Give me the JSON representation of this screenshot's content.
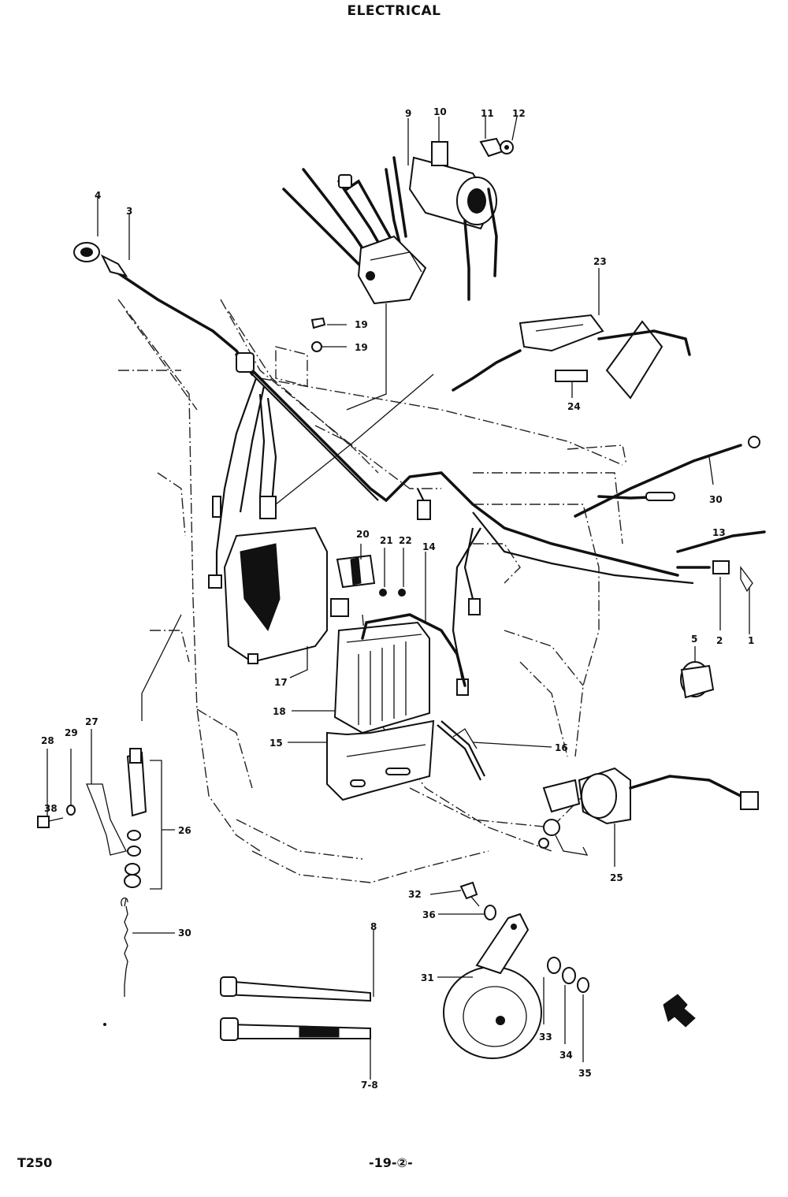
{
  "header": {
    "title": "ELECTRICAL"
  },
  "footer": {
    "model": "T250",
    "page_number": "-19-②-"
  },
  "callouts": [
    {
      "id": "c-1",
      "text": "1"
    },
    {
      "id": "c-2",
      "text": "2"
    },
    {
      "id": "c-3",
      "text": "3"
    },
    {
      "id": "c-4",
      "text": "4"
    },
    {
      "id": "c-5",
      "text": "5"
    },
    {
      "id": "c-8",
      "text": "8"
    },
    {
      "id": "c-7-8",
      "text": "7-8"
    },
    {
      "id": "c-9",
      "text": "9"
    },
    {
      "id": "c-10",
      "text": "10"
    },
    {
      "id": "c-11",
      "text": "11"
    },
    {
      "id": "c-12",
      "text": "12"
    },
    {
      "id": "c-13",
      "text": "13"
    },
    {
      "id": "c-14",
      "text": "14"
    },
    {
      "id": "c-15",
      "text": "15"
    },
    {
      "id": "c-16",
      "text": "16"
    },
    {
      "id": "c-17",
      "text": "17"
    },
    {
      "id": "c-18",
      "text": "18"
    },
    {
      "id": "c-19a",
      "text": "19"
    },
    {
      "id": "c-19b",
      "text": "19"
    },
    {
      "id": "c-20",
      "text": "20"
    },
    {
      "id": "c-21",
      "text": "21"
    },
    {
      "id": "c-22",
      "text": "22"
    },
    {
      "id": "c-23",
      "text": "23"
    },
    {
      "id": "c-24",
      "text": "24"
    },
    {
      "id": "c-25",
      "text": "25"
    },
    {
      "id": "c-26",
      "text": "26"
    },
    {
      "id": "c-27",
      "text": "27"
    },
    {
      "id": "c-28a",
      "text": "28"
    },
    {
      "id": "c-29",
      "text": "29"
    },
    {
      "id": "c-30a",
      "text": "30"
    },
    {
      "id": "c-30b",
      "text": "30"
    },
    {
      "id": "c-31",
      "text": "31"
    },
    {
      "id": "c-32",
      "text": "32"
    },
    {
      "id": "c-33",
      "text": "33"
    },
    {
      "id": "c-34",
      "text": "34"
    },
    {
      "id": "c-35",
      "text": "35"
    },
    {
      "id": "c-36",
      "text": "36"
    },
    {
      "id": "c-38",
      "text": "38"
    }
  ]
}
